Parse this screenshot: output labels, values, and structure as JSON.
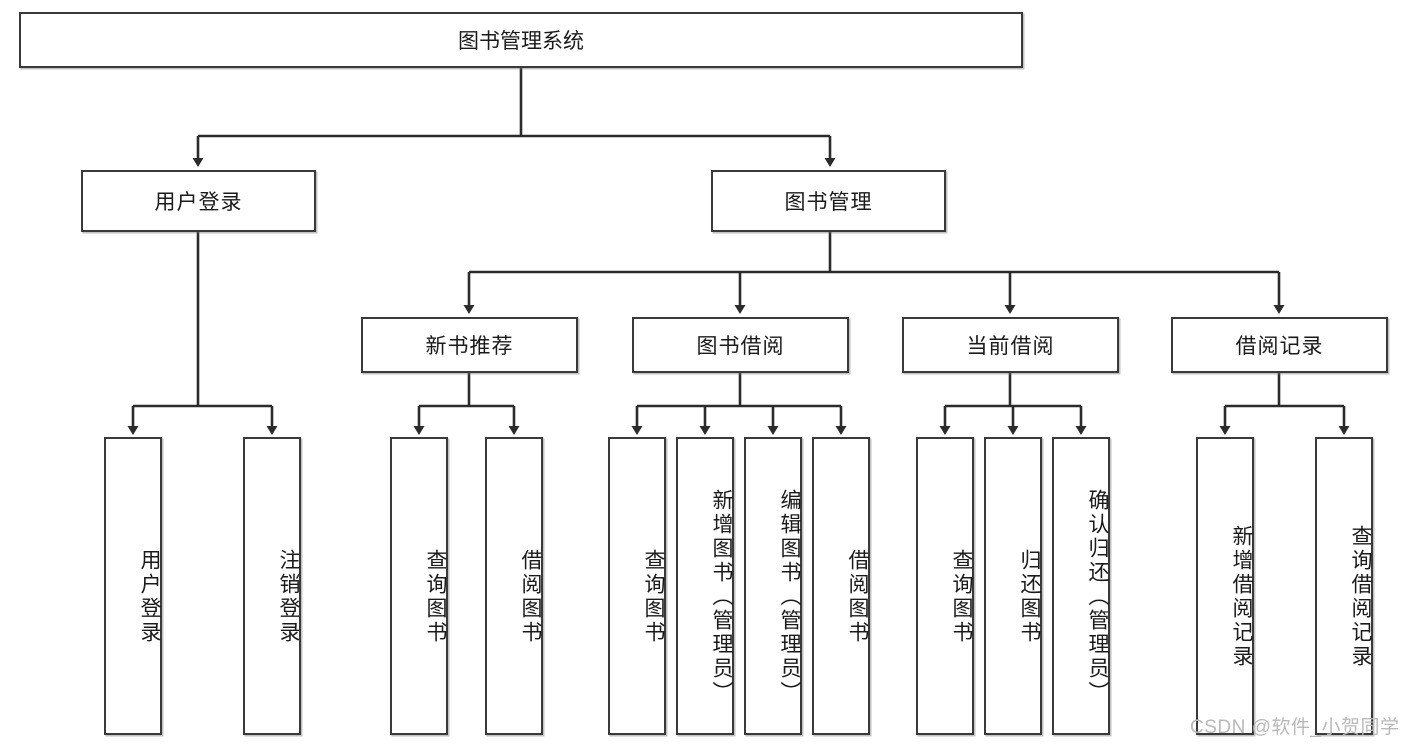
{
  "diagram": {
    "type": "tree-hierarchy",
    "title": "图书管理系统",
    "orientation": "top-down",
    "colors": {
      "box_border": "#3a3a3a",
      "box_fill": "#ffffff",
      "edge": "#2b2b2b",
      "watermark": "#b9b9b9",
      "background": "#ffffff"
    },
    "root": {
      "id": "root",
      "label": "图书管理系统"
    },
    "level1": [
      {
        "id": "user-login",
        "label": "用户登录"
      },
      {
        "id": "book-manage",
        "label": "图书管理"
      }
    ],
    "level2": [
      {
        "id": "new-book-recommend",
        "label": "新书推荐",
        "parent": "book-manage"
      },
      {
        "id": "book-borrow",
        "label": "图书借阅",
        "parent": "book-manage"
      },
      {
        "id": "current-borrow",
        "label": "当前借阅",
        "parent": "book-manage"
      },
      {
        "id": "borrow-record",
        "label": "借阅记录",
        "parent": "book-manage"
      }
    ],
    "leaves": [
      {
        "id": "leaf-user-login",
        "label": "用户登录",
        "parent": "user-login"
      },
      {
        "id": "leaf-logout-login",
        "label": "注销登录",
        "parent": "user-login"
      },
      {
        "id": "leaf-query-book-1",
        "label": "查询图书",
        "parent": "new-book-recommend"
      },
      {
        "id": "leaf-borrow-book-1",
        "label": "借阅图书",
        "parent": "new-book-recommend"
      },
      {
        "id": "leaf-query-book-2",
        "label": "查询图书",
        "parent": "book-borrow"
      },
      {
        "id": "leaf-add-book",
        "label": "新增图书（管理员）",
        "parent": "book-borrow"
      },
      {
        "id": "leaf-edit-book",
        "label": "编辑图书（管理员）",
        "parent": "book-borrow"
      },
      {
        "id": "leaf-borrow-book-2",
        "label": "借阅图书",
        "parent": "book-borrow"
      },
      {
        "id": "leaf-query-book-3",
        "label": "查询图书",
        "parent": "current-borrow"
      },
      {
        "id": "leaf-return-book",
        "label": "归还图书",
        "parent": "current-borrow"
      },
      {
        "id": "leaf-confirm-return",
        "label": "确认归还（管理员）",
        "parent": "current-borrow"
      },
      {
        "id": "leaf-add-record",
        "label": "新增借阅记录",
        "parent": "borrow-record"
      },
      {
        "id": "leaf-query-record",
        "label": "查询借阅记录",
        "parent": "borrow-record"
      }
    ],
    "watermark": "CSDN @软件_小贺同学"
  }
}
